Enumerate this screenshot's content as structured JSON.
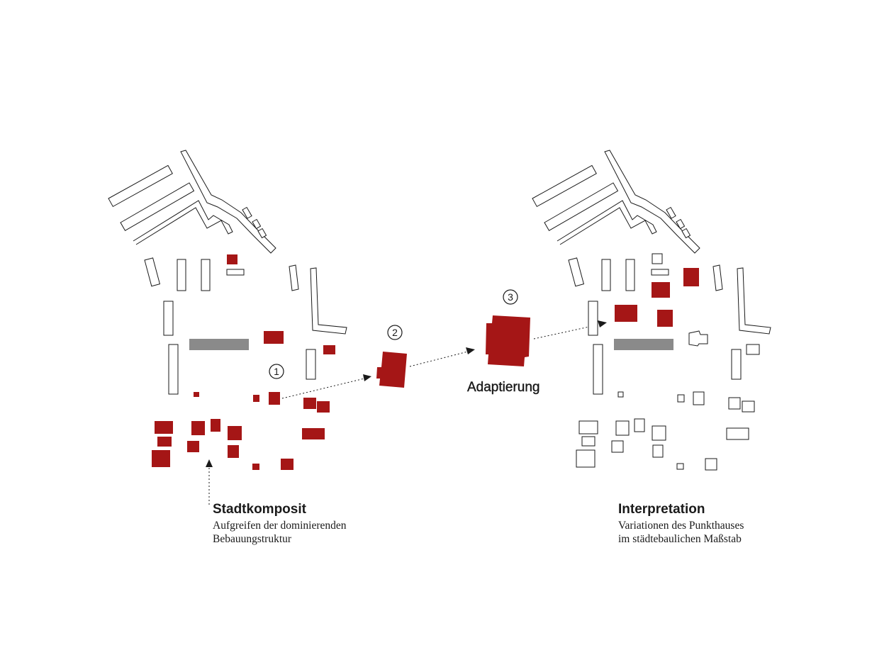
{
  "steps": [
    "1",
    "2",
    "3"
  ],
  "labels": {
    "stadtkomposit": {
      "title": "Stadtkomposit",
      "lines": [
        "Aufgreifen der dominierenden",
        "Bebauungstruktur"
      ]
    },
    "adaptierung": {
      "title": "Adaptierung"
    },
    "interpretation": {
      "title": "Interpretation",
      "lines": [
        "Variationen des Punkthauses",
        "im städtebaulichen Maßstab"
      ]
    }
  },
  "colors": {
    "accent": "#a51616",
    "grey_bar": "#8a8a8a",
    "outline": "#1a1a1a"
  }
}
